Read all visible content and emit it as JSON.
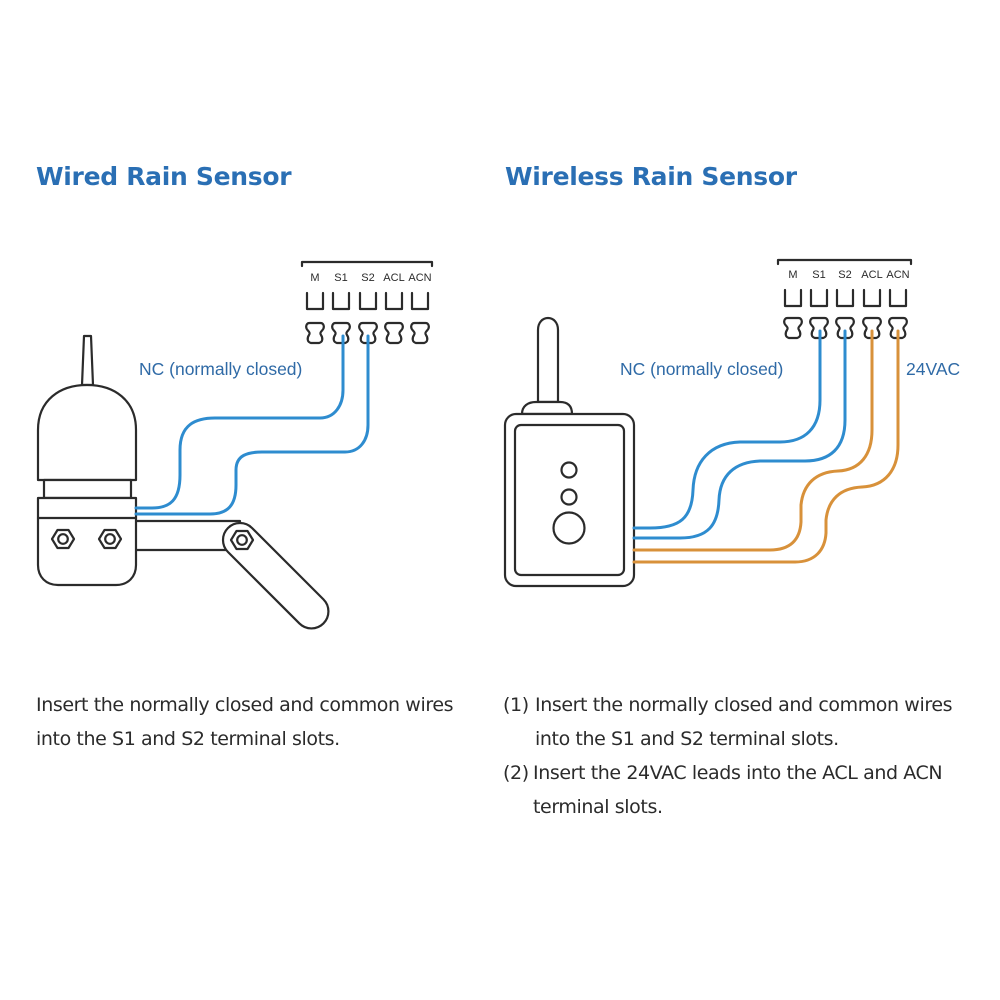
{
  "colors": {
    "title": "#2a6fb4",
    "wire_signal": "#2e8ccf",
    "wire_power": "#d8913a",
    "label_text": "#2f6aa6",
    "outline": "#2b2b2b"
  },
  "panels": {
    "wired": {
      "title": "Wired Rain Sensor",
      "terminal_labels": [
        "M",
        "S1",
        "S2",
        "ACL",
        "ACN"
      ],
      "wire_labels": {
        "signal": "NC (normally closed)"
      },
      "connected_terminals": {
        "signal": [
          "S1",
          "S2"
        ]
      },
      "instructions": [
        {
          "number": "",
          "text": "Insert the normally closed and common wires into the S1 and S2 terminal slots."
        }
      ]
    },
    "wireless": {
      "title": "Wireless Rain Sensor",
      "terminal_labels": [
        "M",
        "S1",
        "S2",
        "ACL",
        "ACN"
      ],
      "wire_labels": {
        "signal": "NC (normally closed)",
        "power": "24VAC"
      },
      "connected_terminals": {
        "signal": [
          "S1",
          "S2"
        ],
        "power": [
          "ACL",
          "ACN"
        ]
      },
      "instructions": [
        {
          "number": "(1)",
          "text": "Insert the normally closed and common wires into the S1 and S2 terminal slots."
        },
        {
          "number": "(2)",
          "text": "Insert the 24VAC leads into the ACL and ACN terminal slots."
        }
      ]
    }
  }
}
